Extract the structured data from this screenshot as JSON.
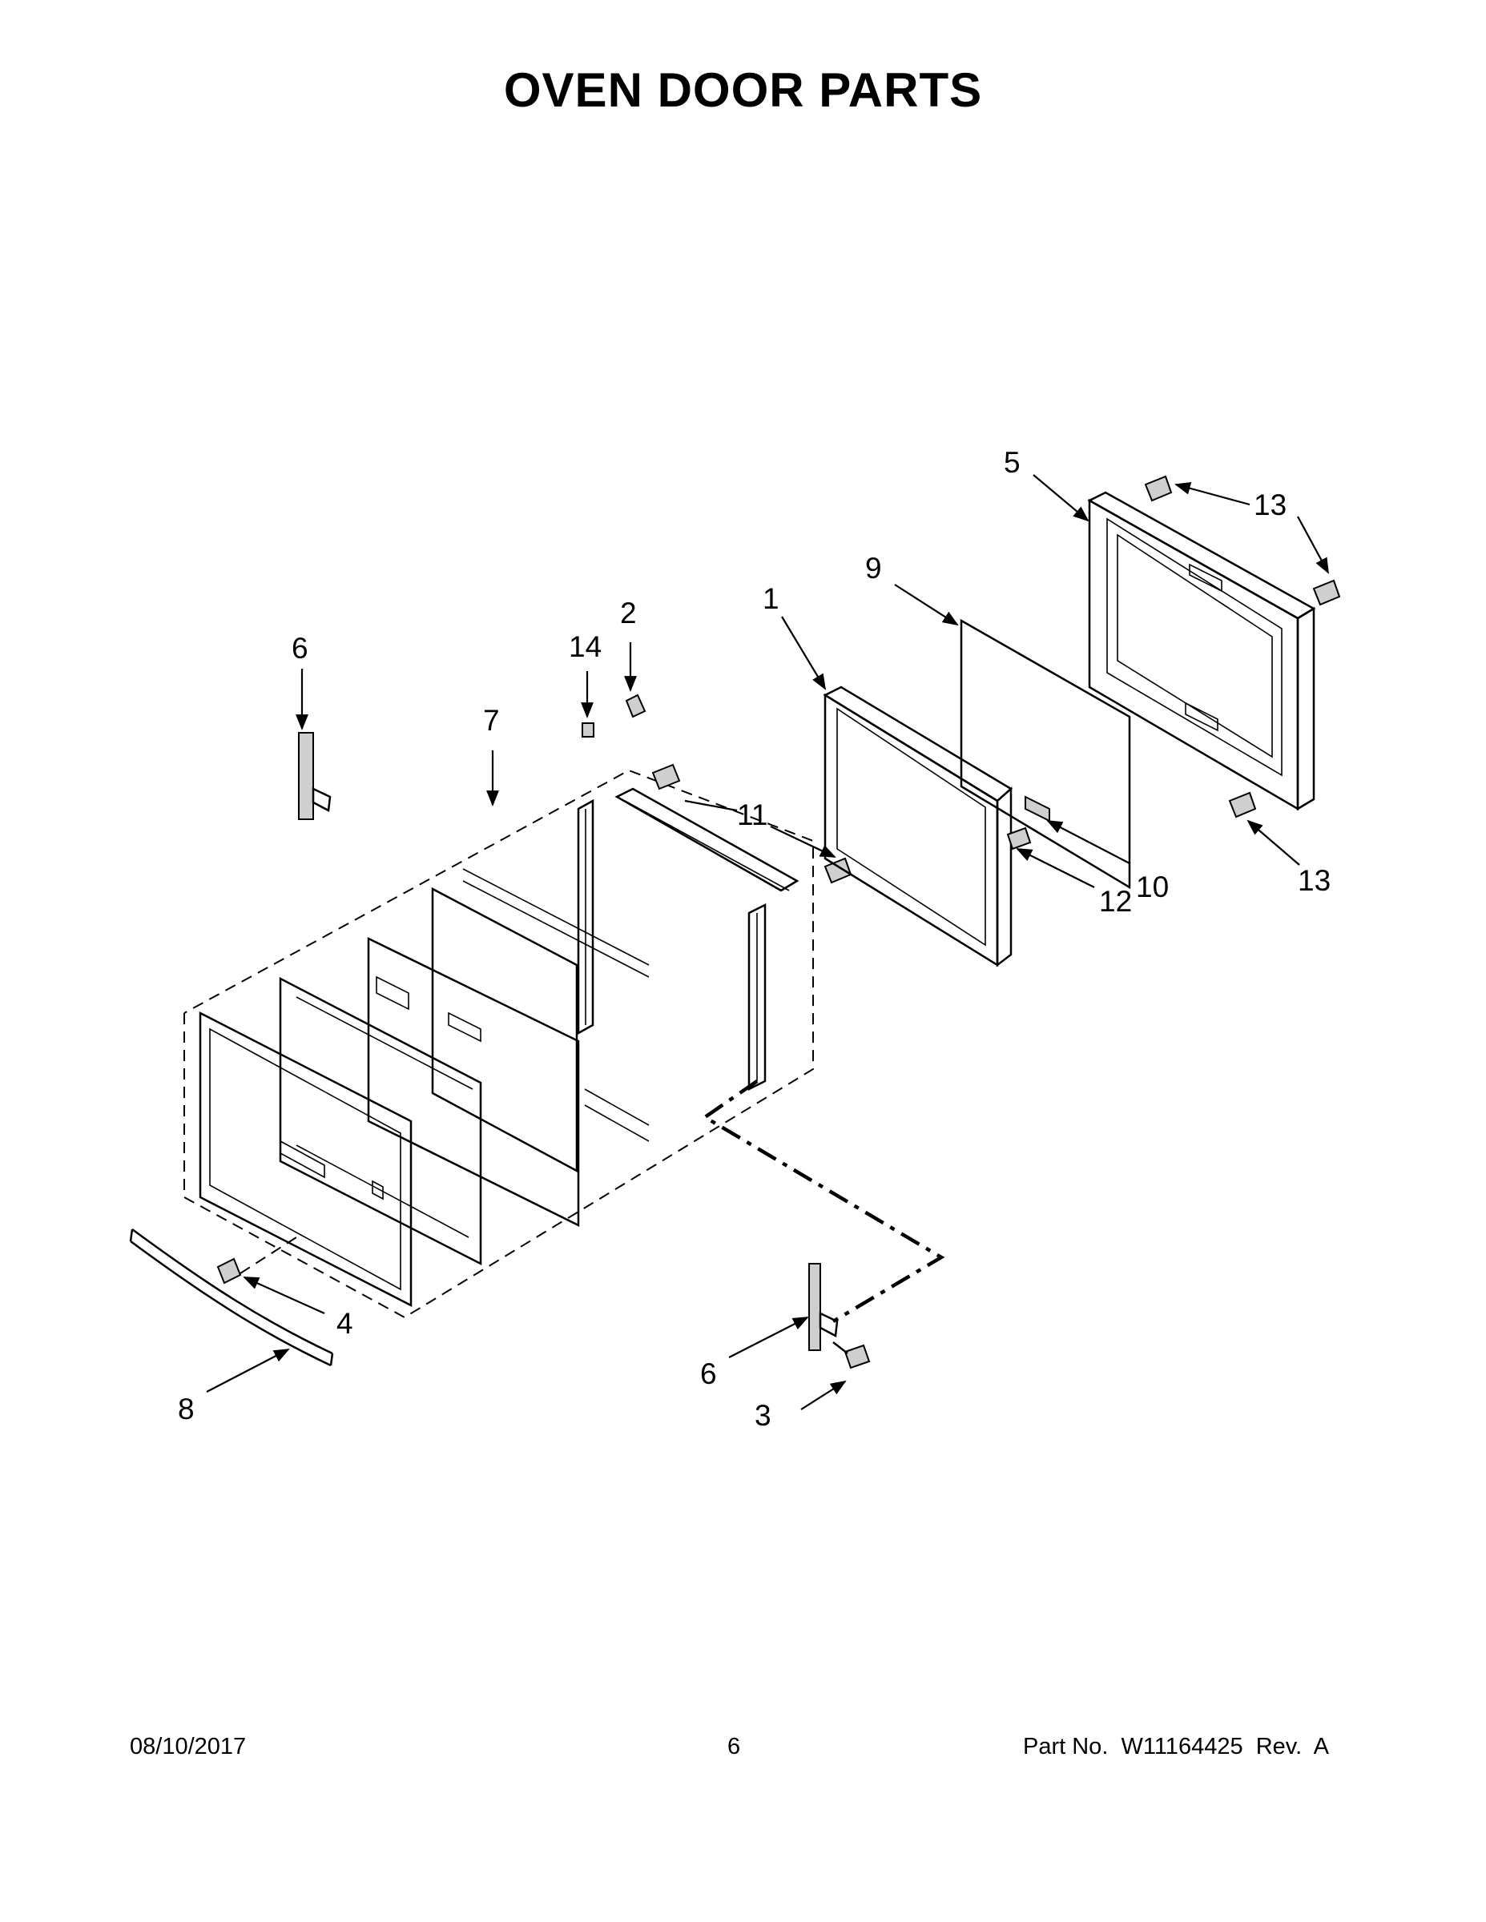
{
  "page": {
    "title": "OVEN DOOR PARTS"
  },
  "callouts": {
    "c1": "1",
    "c2": "2",
    "c3": "3",
    "c4": "4",
    "c5": "5",
    "c6_top": "6",
    "c6_bottom": "6",
    "c7": "7",
    "c8": "8",
    "c9": "9",
    "c10": "10",
    "c11": "11",
    "c12": "12",
    "c13_top": "13",
    "c13_bottom": "13",
    "c14": "14"
  },
  "footer": {
    "date": "08/10/2017",
    "page_number": "6",
    "part_info": "Part No.  W11164425  Rev.  A"
  }
}
